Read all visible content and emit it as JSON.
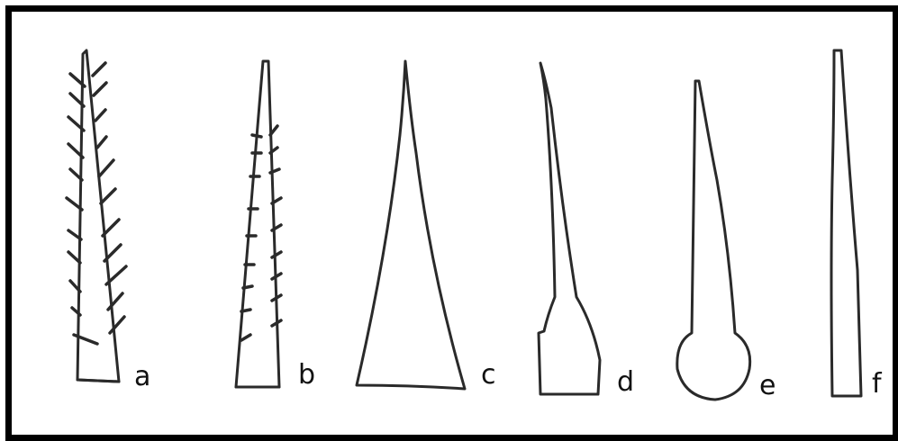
{
  "figure": {
    "border_color": "#000000",
    "ink_color": "#2a2a2a",
    "labels": [
      "a",
      "b",
      "c",
      "d",
      "e",
      "f"
    ]
  }
}
